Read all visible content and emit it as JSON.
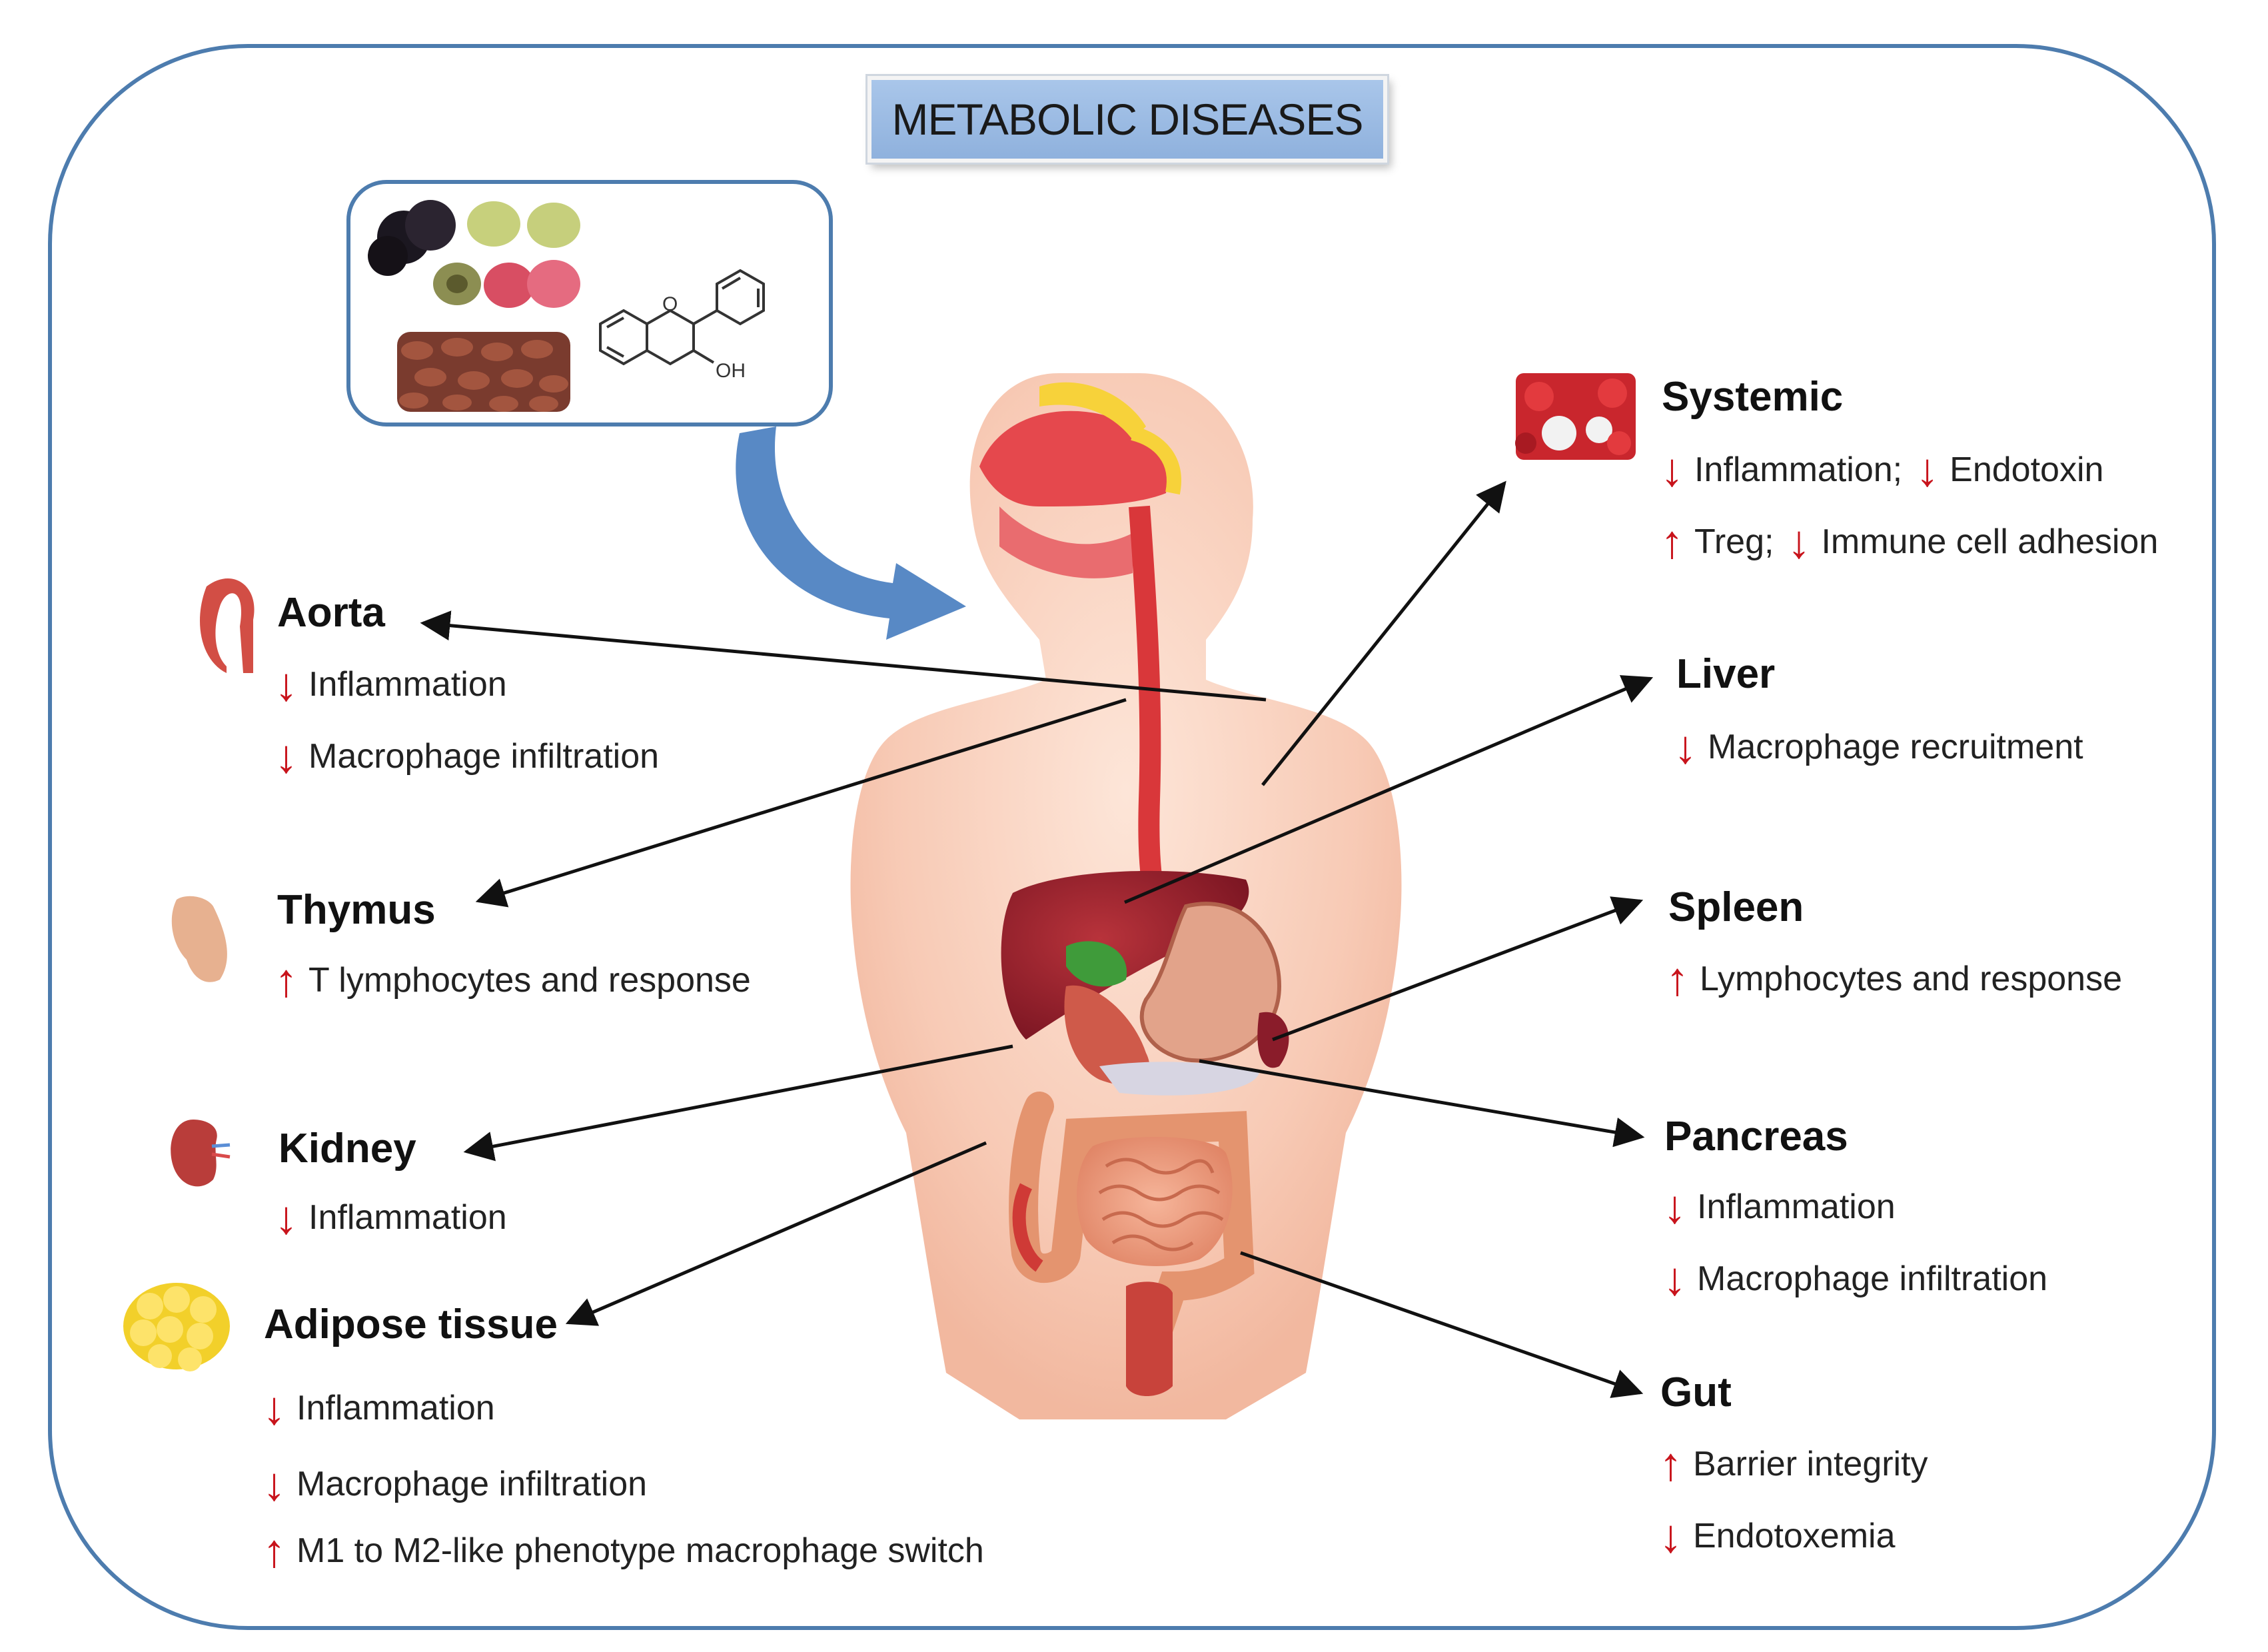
{
  "title": "METABOLIC DISEASES",
  "colors": {
    "frame": "#4d7cae",
    "down_arrow": "#c8141c",
    "up_arrow": "#c8141c",
    "title_bg": "#9bbbe3"
  },
  "inset": {
    "chem_label": "OH",
    "icons": [
      "grapes-icon",
      "grape-seeds-icon",
      "flavan-3-ol-structure-icon",
      "curved-arrow-icon"
    ]
  },
  "organs": {
    "aorta": {
      "label": "Aorta",
      "effects": [
        {
          "dir": "down",
          "text": "Inflammation"
        },
        {
          "dir": "down",
          "text": "Macrophage infiltration"
        }
      ]
    },
    "thymus": {
      "label": "Thymus",
      "effects": [
        {
          "dir": "up",
          "text": "T lymphocytes  and response"
        }
      ]
    },
    "kidney": {
      "label": "Kidney",
      "effects": [
        {
          "dir": "down",
          "text": "Inflammation"
        }
      ]
    },
    "adipose": {
      "label": "Adipose tissue",
      "effects": [
        {
          "dir": "down",
          "text": "Inflammation"
        },
        {
          "dir": "down",
          "text": "Macrophage infiltration"
        },
        {
          "dir": "up",
          "text": "M1 to M2-like phenotype  macrophage switch"
        }
      ]
    },
    "systemic": {
      "label": "Systemic",
      "line1": {
        "a": "Inflammation;",
        "b": "Endotoxin"
      },
      "line2": {
        "a": "Treg;",
        "b": "Immune cell adhesion"
      }
    },
    "liver": {
      "label": "Liver",
      "effects": [
        {
          "dir": "down",
          "text": "Macrophage recruitment"
        }
      ]
    },
    "spleen": {
      "label": "Spleen",
      "effects": [
        {
          "dir": "up",
          "text": "Lymphocytes  and response"
        }
      ]
    },
    "pancreas": {
      "label": "Pancreas",
      "effects": [
        {
          "dir": "down",
          "text": "Inflammation"
        },
        {
          "dir": "down",
          "text": "Macrophage infiltration"
        }
      ]
    },
    "gut": {
      "label": "Gut",
      "effects": [
        {
          "dir": "up",
          "text": "Barrier integrity"
        },
        {
          "dir": "down",
          "text": "Endotoxemia"
        }
      ]
    }
  },
  "arrow_glyphs": {
    "up": "↑",
    "down": "↓"
  }
}
